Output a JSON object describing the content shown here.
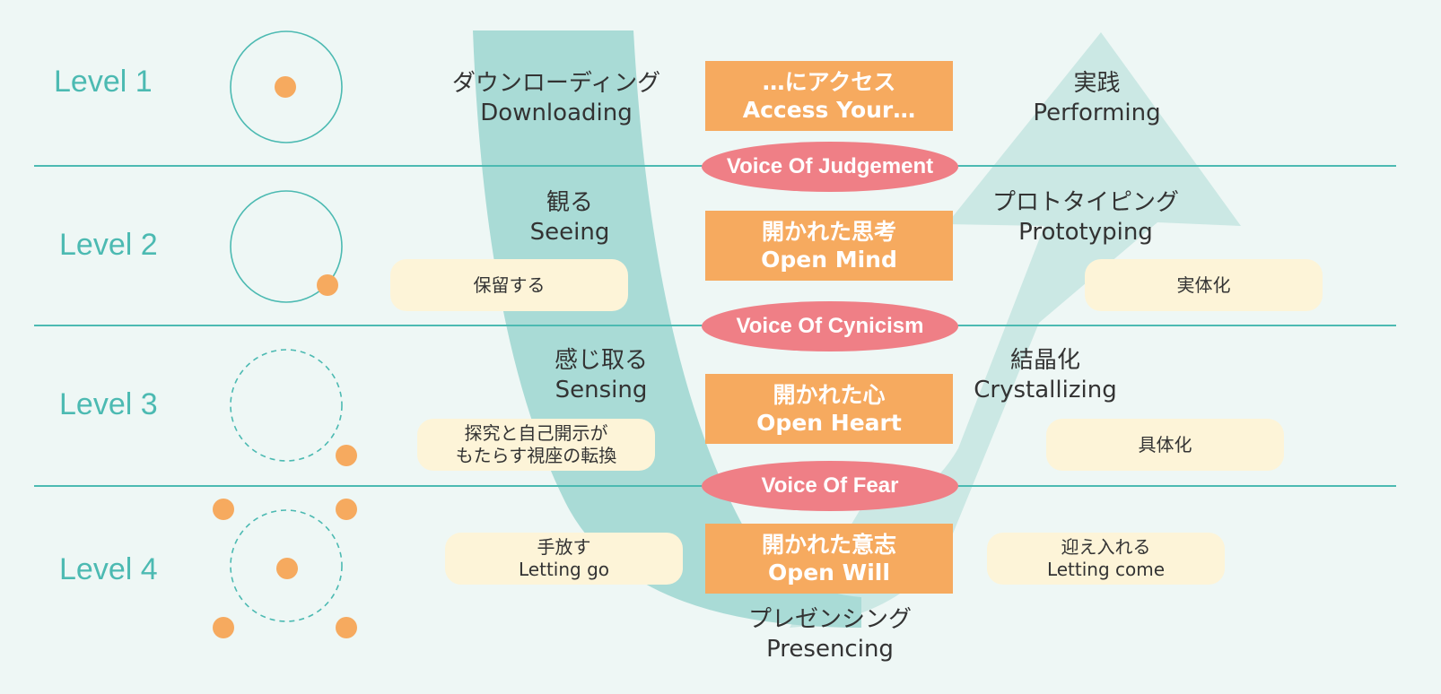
{
  "levels": [
    {
      "label": "Level 1"
    },
    {
      "label": "Level 2"
    },
    {
      "label": "Level 3"
    },
    {
      "label": "Level 4"
    }
  ],
  "descent": {
    "downloading": {
      "ja": "ダウンローディング",
      "en": "Downloading"
    },
    "seeing": {
      "ja": "観る",
      "en": "Seeing"
    },
    "sensing": {
      "ja": "感じ取る",
      "en": "Sensing"
    }
  },
  "ascent": {
    "performing": {
      "ja": "実践",
      "en": "Performing"
    },
    "prototyping": {
      "ja": "プロトタイピング",
      "en": "Prototyping"
    },
    "crystallizing": {
      "ja": "結晶化",
      "en": "Crystallizing"
    }
  },
  "bottom": {
    "ja": "プレゼンシング",
    "en": "Presencing"
  },
  "center_boxes": [
    {
      "ja": "…にアクセス",
      "en": "Access Your…"
    },
    {
      "ja": "開かれた思考",
      "en": "Open Mind"
    },
    {
      "ja": "開かれた心",
      "en": "Open Heart"
    },
    {
      "ja": "開かれた意志",
      "en": "Open Will"
    }
  ],
  "voices": [
    "Voice Of Judgement",
    "Voice Of Cynicism",
    "Voice Of Fear"
  ],
  "left_notes": {
    "suspend": "保留する",
    "inquiry_line1": "探究と自己開示が",
    "inquiry_line2": "もたらす視座の転換",
    "letting_go_ja": "手放す",
    "letting_go_en": "Letting go"
  },
  "right_notes": {
    "embody": "実体化",
    "concretize": "具体化",
    "letting_come_ja": "迎え入れる",
    "letting_come_en": "Letting come"
  },
  "colors": {
    "teal_line": "#4cbab2",
    "u_down": "#a9dbd6",
    "u_up": "#cbe8e4",
    "orange": "#f6aa5f",
    "pink": "#ef7f86",
    "cream": "#fdf4d8"
  }
}
